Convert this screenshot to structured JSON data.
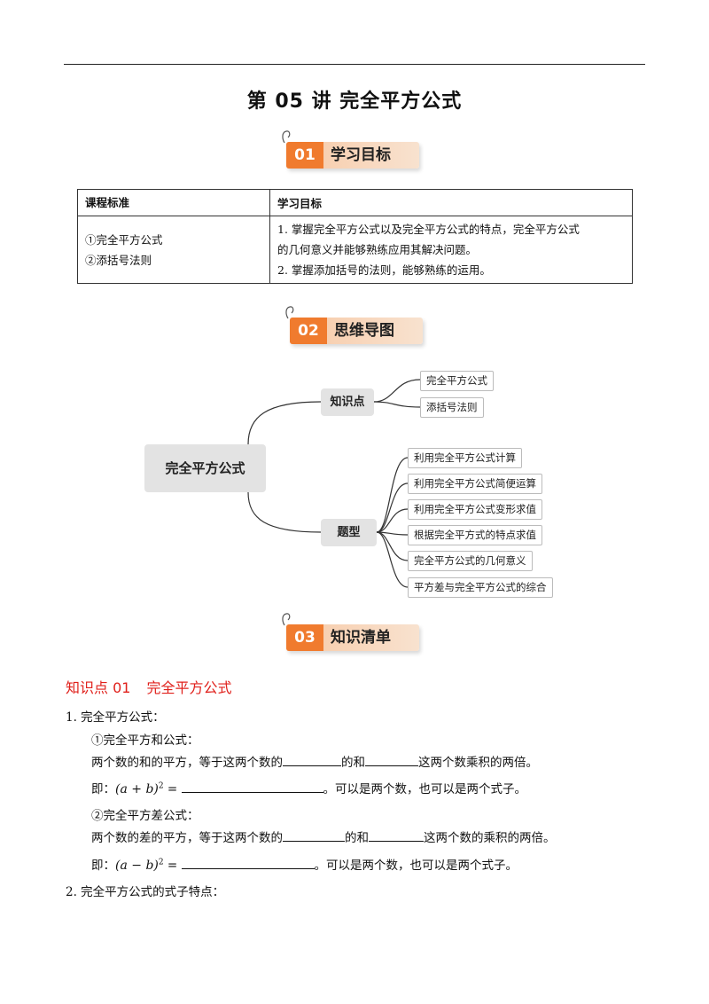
{
  "header": {
    "title": "第 05 讲  完全平方公式"
  },
  "sections": [
    {
      "num": "01",
      "label": "学习目标"
    },
    {
      "num": "02",
      "label": "思维导图"
    },
    {
      "num": "03",
      "label": "知识清单"
    }
  ],
  "goals_table": {
    "headers": [
      "课程标准",
      "学习目标"
    ],
    "standards": [
      "①完全平方公式",
      "②添括号法则"
    ],
    "objectives": [
      "1. 掌握完全平方公式以及完全平方公式的特点，完全平方公式",
      "的几何意义并能够熟练应用其解决问题。",
      "2. 掌握添加括号的法则，能够熟练的运用。"
    ]
  },
  "mindmap": {
    "root": "完全平方公式",
    "branch1": {
      "label": "知识点",
      "leaves": [
        "完全平方公式",
        "添括号法则"
      ]
    },
    "branch2": {
      "label": "题型",
      "leaves": [
        "利用完全平方公式计算",
        "利用完全平方公式简便运算",
        "利用完全平方公式变形求值",
        "根据完全平方式的特点求值",
        "完全平方公式的几何意义",
        "平方差与完全平方公式的综合"
      ]
    }
  },
  "knowledge": {
    "point_label": "知识点 01",
    "point_title": "完全平方公式",
    "l1": "1. 完全平方公式：",
    "l2": "①完全平方和公式：",
    "l3a": "两个数的和的平方，等于这两个数的",
    "l3b": "的和",
    "l3c": "这两个数乘积的两倍。",
    "l4a": "即：",
    "l4f": "(a + b)",
    "l4e": "2",
    "l4eq": " = ",
    "l4b": "。可以是两个数，也可以是两个式子。",
    "l5": "②完全平方差公式：",
    "l6a": "两个数的差的平方，等于这两个数的",
    "l6b": "的和",
    "l6c": "这两个数的乘积的两倍。",
    "l7a": "即：",
    "l7f": "(a − b)",
    "l7e": "2",
    "l7eq": " = ",
    "l7b": "。可以是两个数，也可以是两个式子。",
    "l8": "2. 完全平方公式的式子特点："
  }
}
